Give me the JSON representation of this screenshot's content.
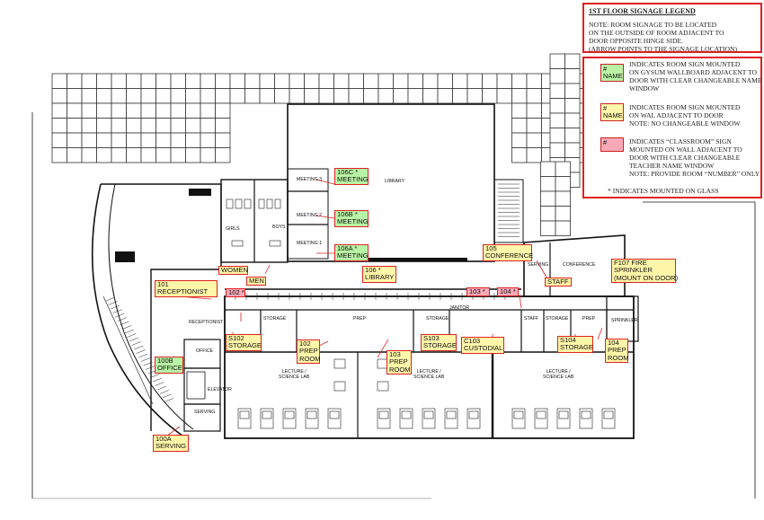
{
  "legend": {
    "title": "1ST FLOOR SIGNAGE LEGEND",
    "note_lines": [
      "NOTE: ROOM SIGNAGE TO BE LOCATED",
      "ON THE OUTSIDE OF ROOM ADJACENT TO",
      "DOOR OPPOSITE HINGE SIDE.",
      "(ARROW POINTS TO THE SIGNAGE LOCATION)"
    ],
    "entries": [
      {
        "swatch_lines": [
          "#",
          "NAME"
        ],
        "color": "#b9f3a5",
        "text_lines": [
          "INDICATES ROOM SIGN MOUNTED",
          "ON GYSUM WALLBOARD ADJACENT TO",
          "DOOR WITH CLEAR CHANGEABLE NAME",
          "WINDOW"
        ]
      },
      {
        "swatch_lines": [
          "#",
          "NAME"
        ],
        "color": "#fff6a9",
        "text_lines": [
          "INDICATES ROOM SIGN MOUNTED",
          "ON WAL ADJACENT TO DOOR",
          "NOTE: NO CHANGEABLE WINDOW"
        ]
      },
      {
        "swatch_lines": [
          "#"
        ],
        "color": "#f7a9b8",
        "text_lines": [
          "INDICATES “CLASSROOM” SIGN",
          "MOUNTED ON WALL ADJACENT TO",
          "DOOR WITH CLEAR CHANGEABLE",
          "TEACHER NAME WINDOW",
          "NOTE: PROVIDE ROOM “NUMBER” ONLY"
        ]
      }
    ],
    "footnote": "*  INDICATES MOUNTED ON GLASS"
  },
  "signs": {
    "s106c": [
      "106C *",
      "MEETING"
    ],
    "s106b": [
      "106B *",
      "MEETING"
    ],
    "s106a": [
      "106A *",
      "MEETING"
    ],
    "s106": [
      "106 *",
      "LIBRARY"
    ],
    "s105": [
      "105",
      "CONFERENCE"
    ],
    "sf107": [
      "F107 FIRE",
      "SPRINKLER",
      "(MOUNT ON DOOR)"
    ],
    "sstaff": [
      "STAFF"
    ],
    "swomen": [
      "WOMEN"
    ],
    "smen": [
      "MEN"
    ],
    "s101": [
      "101",
      "RECEPTIONIST"
    ],
    "s102x": [
      "102 *"
    ],
    "s103x": [
      "103 *"
    ],
    "s104x": [
      "104 *"
    ],
    "ss102": [
      "S102",
      "STORAGE"
    ],
    "s102": [
      "102",
      "PREP",
      "ROOM"
    ],
    "s103": [
      "103",
      "PREP",
      "ROOM"
    ],
    "ss103": [
      "S103",
      "STORAGE"
    ],
    "sc103": [
      "C103",
      "CUSTODIAL"
    ],
    "ss104": [
      "S104",
      "STORAGE"
    ],
    "s104": [
      "104",
      "PREP",
      "ROOM"
    ],
    "s100b": [
      "100B",
      "OFFICE"
    ],
    "s100a": [
      "100A",
      "SERVING"
    ]
  },
  "rooms": {
    "meeting3": "MEETING 3",
    "meeting2": "MEETING 2",
    "meeting1": "MEETING 1",
    "library": "LIBRARY",
    "girls": "GIRLS",
    "boys": "BOYS",
    "serving_top": "SERVING",
    "conference": "CONFERENCE",
    "receptionist": "RECEPTIONIST",
    "storage1": "STORAGE",
    "prep1": "PREP",
    "storage2": "STORAGE",
    "janitor": "JANITOR",
    "staff": "STAFF",
    "storage3": "STORAGE",
    "prep3": "PREP",
    "sprinkler": "SPRINKLER",
    "office": "OFFICE",
    "elevator": "ELEVATOR",
    "serving": "SERVING",
    "lab1": [
      "LECTURE /",
      "SCIENCE LAB"
    ],
    "lab2": [
      "LECTURE /",
      "SCIENCE LAB"
    ],
    "lab3": [
      "LECTURE /",
      "SCIENCE LAB"
    ]
  }
}
